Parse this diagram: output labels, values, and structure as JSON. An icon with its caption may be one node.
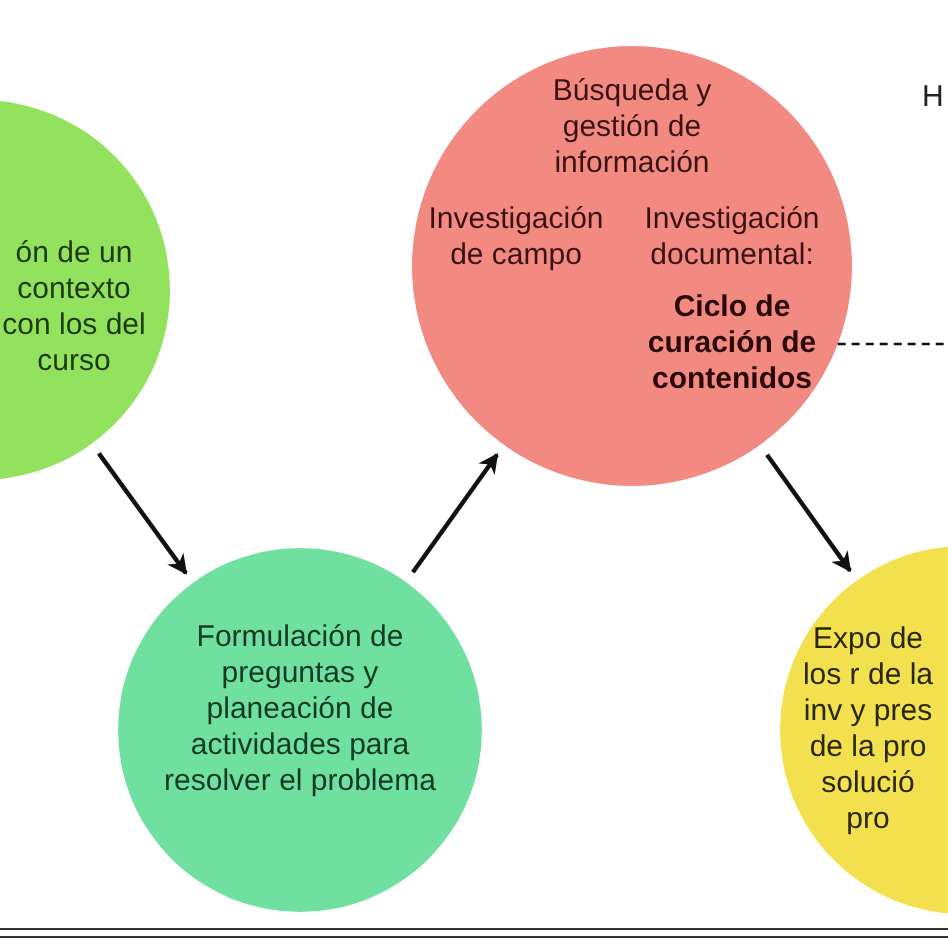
{
  "diagram": {
    "nodes": [
      {
        "text": [
          "ón de un contexto con los del curso"
        ]
      },
      {
        "text": [
          "Formulación de preguntas y planeación de actividades para resolver el problema"
        ]
      },
      {
        "text": [
          "Búsqueda y gestión de información",
          "Investigación de campo",
          "Investigación documental:",
          "Ciclo de curación de contenidos"
        ]
      },
      {
        "text": [
          "Expo de los r de la inv y pres de la pro solució pro"
        ]
      }
    ],
    "edges": [
      {
        "from": 0,
        "to": 1,
        "arrow": "to"
      },
      {
        "from": 1,
        "to": 2,
        "arrow": "to"
      },
      {
        "from": 2,
        "to": 3,
        "arrow": "to"
      },
      {
        "from": 2,
        "to": null,
        "arrow": "none",
        "style": "dashed"
      }
    ],
    "labels": [
      "H"
    ]
  }
}
